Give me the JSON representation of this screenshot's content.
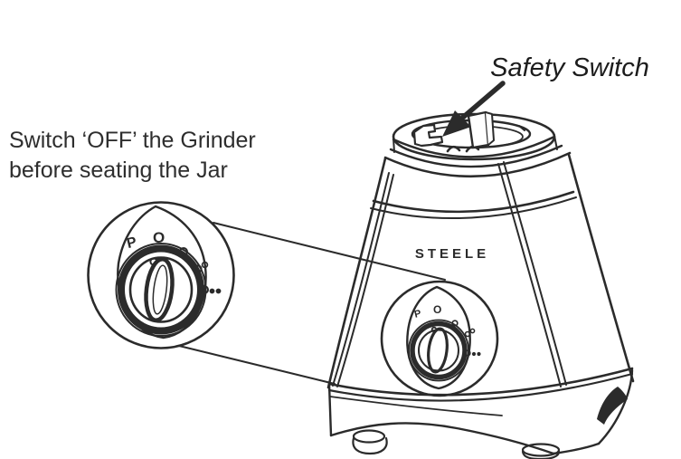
{
  "diagram": {
    "safety_switch_label": "Safety Switch",
    "caution": {
      "line1": "Switch ‘OFF’ the Grinder",
      "line2": "before seating the Jar"
    },
    "brand": "STEELE",
    "knob": {
      "pulse_label": "P",
      "off_label": "O",
      "speed_marks": [
        "speed-1-dot",
        "speed-2-dots",
        "speed-3-dots"
      ]
    },
    "colors": {
      "line": "#2b2b2b",
      "text": "#1c1c1c",
      "background": "#ffffff"
    }
  }
}
